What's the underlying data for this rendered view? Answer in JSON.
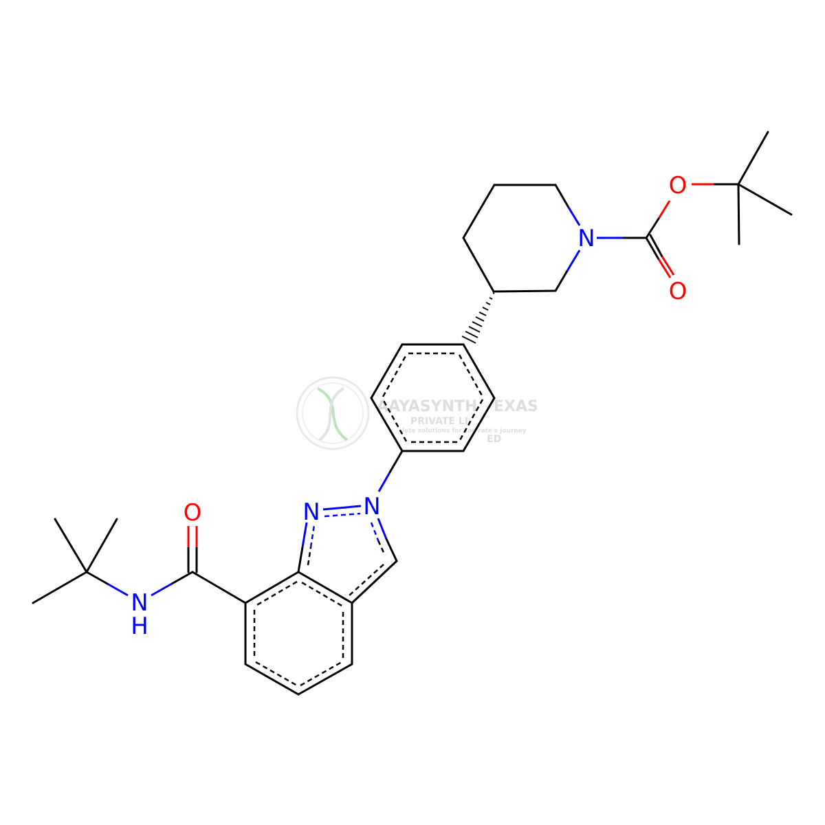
{
  "colors": {
    "bond": "#000000",
    "nitrogen": "#0000ff",
    "oxygen": "#ff0000",
    "watermark": "#c8c8c8",
    "watermark_accent": "#8fd18f"
  },
  "atoms": {
    "o_carbonyl_boc": "O",
    "o_ester_boc": "O",
    "n_piperidine": "N",
    "n_indazole_1": "N",
    "n_indazole_2": "N",
    "o_amide": "O",
    "n_amide": "N",
    "h_amide": "H"
  },
  "watermark": {
    "line1": "AAYASYNTH",
    "line1b": "EXAS",
    "line2": "PRIVATE LI",
    "line2b": "ED",
    "line3": "lete solutions for sou",
    "line3b": "rate's journey"
  }
}
